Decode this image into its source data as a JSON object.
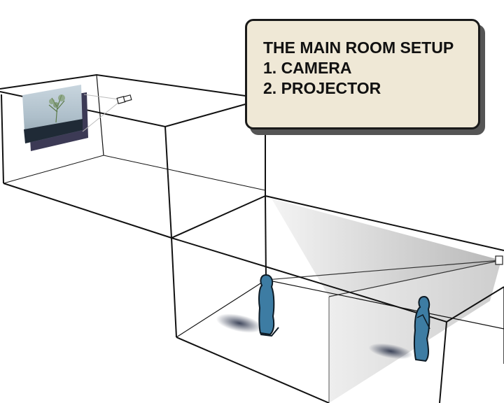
{
  "caption": {
    "title": "THE MAIN ROOM SETUP",
    "items": [
      "1. CAMERA",
      "2. PROJECTOR"
    ]
  },
  "scene": {
    "figure_color": "#3d7ca3",
    "line_color": "#111111",
    "caption_background": "#efe8d6",
    "screen_image": "tree-landscape"
  }
}
